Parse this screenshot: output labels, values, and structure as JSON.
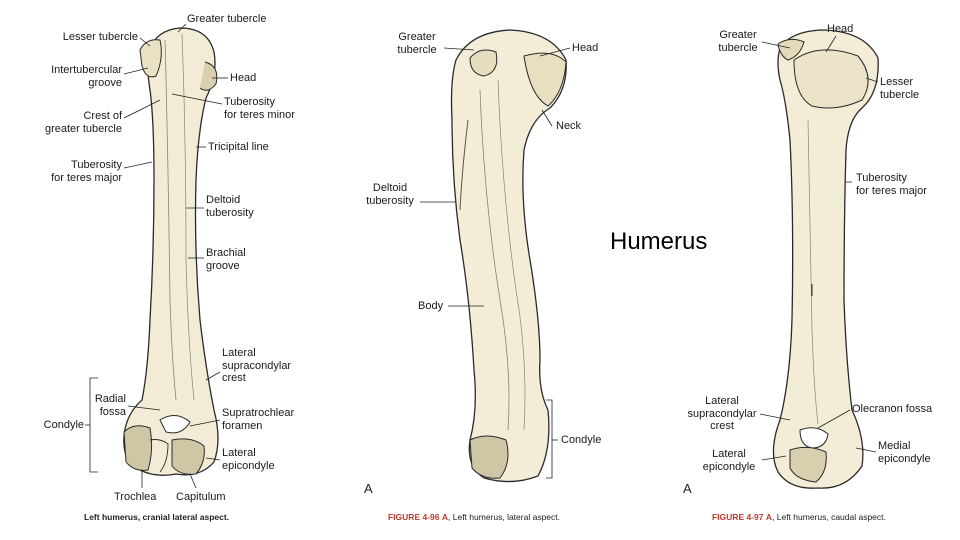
{
  "title": "Humerus",
  "panel1": {
    "labels": {
      "greater_tubercle": "Greater tubercle",
      "lesser_tubercle": "Lesser tubercle",
      "intertubercular_groove": "Intertubercular\ngroove",
      "head": "Head",
      "crest_greater_tubercle": "Crest of\ngreater tubercle",
      "tuberosity_teres_minor": "Tuberosity\nfor teres minor",
      "tricipital_line": "Tricipital line",
      "tuberosity_teres_major": "Tuberosity\nfor teres major",
      "deltoid_tuberosity": "Deltoid\ntuberosity",
      "brachial_groove": "Brachial\ngroove",
      "lateral_supracondylar_crest": "Lateral\nsupracondylar\ncrest",
      "radial_fossa": "Radial\nfossa",
      "supratrochlear_foramen": "Supratrochlear\nforamen",
      "condyle": "Condyle",
      "lateral_epicondyle": "Lateral\nepicondyle",
      "trochlea": "Trochlea",
      "capitulum": "Capitulum"
    },
    "caption": "Left humerus, cranial lateral aspect."
  },
  "panel2": {
    "letter": "A",
    "labels": {
      "greater_tubercle": "Greater\ntubercle",
      "head": "Head",
      "neck": "Neck",
      "deltoid_tuberosity": "Deltoid\ntuberosity",
      "body": "Body",
      "condyle": "Condyle"
    },
    "caption_fig": "FIGURE 4-96",
    "caption_letter": "A",
    "caption_text": ", Left humerus, lateral aspect."
  },
  "panel3": {
    "letter": "A",
    "labels": {
      "greater_tubercle": "Greater\ntubercle",
      "head": "Head",
      "lesser_tubercle": "Lesser\ntubercle",
      "tuberosity_teres_major": "Tuberosity\nfor teres major",
      "lateral_supracondylar_crest": "Lateral\nsupracondylar\ncrest",
      "olecranon_fossa": "Olecranon fossa",
      "lateral_epicondyle": "Lateral\nepicondyle",
      "medial_epicondyle": "Medial\nepicondyle"
    },
    "caption_fig": "FIGURE 4-97",
    "caption_letter": "A",
    "caption_text": ", Left humerus, caudal aspect."
  }
}
